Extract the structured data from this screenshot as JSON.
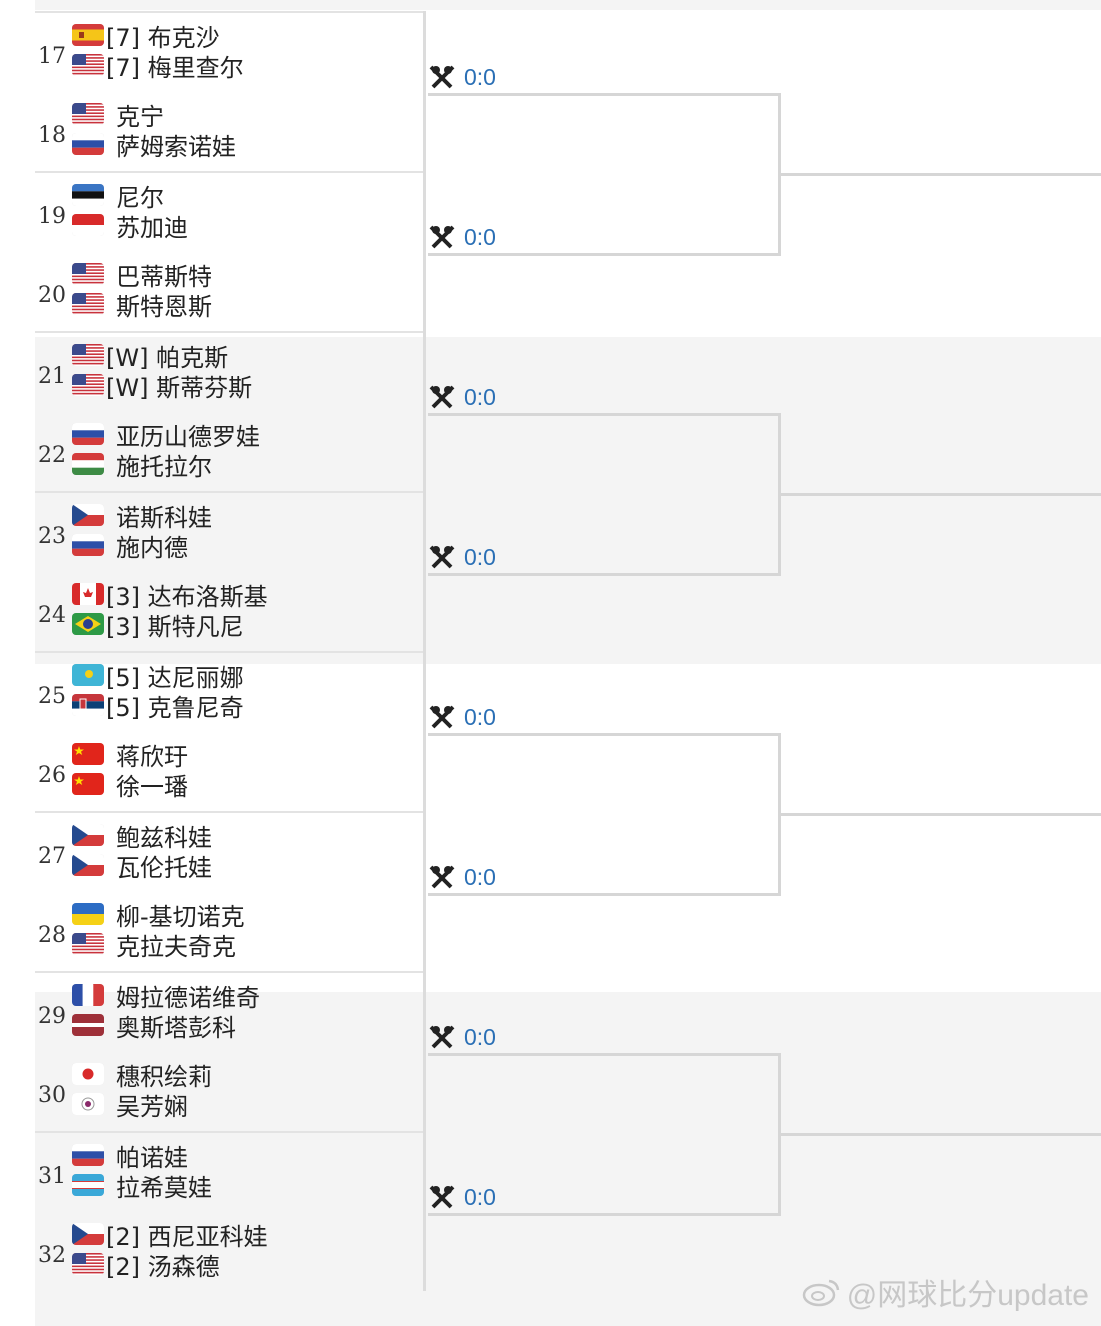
{
  "matches": [
    {
      "seed": "17",
      "p1": {
        "name": "[7] 布克沙",
        "flag": "esp"
      },
      "p2": {
        "name": "[7] 梅里查尔",
        "flag": "usa"
      }
    },
    {
      "seed": "18",
      "p1": {
        "name": "克宁",
        "flag": "usa"
      },
      "p2": {
        "name": "萨姆索诺娃",
        "flag": "rus"
      }
    },
    {
      "seed": "19",
      "p1": {
        "name": "尼尔",
        "flag": "est"
      },
      "p2": {
        "name": "苏加迪",
        "flag": "ina"
      }
    },
    {
      "seed": "20",
      "p1": {
        "name": "巴蒂斯特",
        "flag": "usa"
      },
      "p2": {
        "name": "斯特恩斯",
        "flag": "usa"
      }
    },
    {
      "seed": "21",
      "p1": {
        "name": "[W] 帕克斯",
        "flag": "usa"
      },
      "p2": {
        "name": "[W] 斯蒂芬斯",
        "flag": "usa"
      }
    },
    {
      "seed": "22",
      "p1": {
        "name": "亚历山德罗娃",
        "flag": "rus"
      },
      "p2": {
        "name": "施托拉尔",
        "flag": "hun"
      }
    },
    {
      "seed": "23",
      "p1": {
        "name": "诺斯科娃",
        "flag": "cze"
      },
      "p2": {
        "name": "施内德",
        "flag": "rus"
      }
    },
    {
      "seed": "24",
      "p1": {
        "name": "[3] 达布洛斯基",
        "flag": "can"
      },
      "p2": {
        "name": "[3] 斯特凡尼",
        "flag": "bra"
      }
    },
    {
      "seed": "25",
      "p1": {
        "name": "[5] 达尼丽娜",
        "flag": "kaz"
      },
      "p2": {
        "name": "[5] 克鲁尼奇",
        "flag": "srb"
      }
    },
    {
      "seed": "26",
      "p1": {
        "name": "蒋欣玗",
        "flag": "chn"
      },
      "p2": {
        "name": "徐一璠",
        "flag": "chn"
      }
    },
    {
      "seed": "27",
      "p1": {
        "name": "鲍兹科娃",
        "flag": "cze"
      },
      "p2": {
        "name": "瓦伦托娃",
        "flag": "cze"
      }
    },
    {
      "seed": "28",
      "p1": {
        "name": "柳-基切诺克",
        "flag": "ukr"
      },
      "p2": {
        "name": "克拉夫奇克",
        "flag": "usa"
      }
    },
    {
      "seed": "29",
      "p1": {
        "name": "姆拉德诺维奇",
        "flag": "fra"
      },
      "p2": {
        "name": "奥斯塔彭科",
        "flag": "lat"
      }
    },
    {
      "seed": "30",
      "p1": {
        "name": "穗积绘莉",
        "flag": "jpn"
      },
      "p2": {
        "name": "吴芳娴",
        "flag": "tpe"
      }
    },
    {
      "seed": "31",
      "p1": {
        "name": "帕诺娃",
        "flag": "rus"
      },
      "p2": {
        "name": "拉希莫娃",
        "flag": "uzb"
      }
    },
    {
      "seed": "32",
      "p1": {
        "name": "[2] 西尼亚科娃",
        "flag": "cze"
      },
      "p2": {
        "name": "[2] 汤森德",
        "flag": "usa"
      }
    }
  ],
  "scores": [
    "0:0",
    "0:0",
    "0:0",
    "0:0",
    "0:0",
    "0:0",
    "0:0",
    "0:0"
  ],
  "colors": {
    "score": "#2a6fb5",
    "line": "#d6d6d6",
    "band": "#f4f4f4"
  },
  "watermark": "@网球比分update",
  "icons": {
    "vs": "crossed-rackets-icon",
    "watermark": "weibo-icon"
  }
}
